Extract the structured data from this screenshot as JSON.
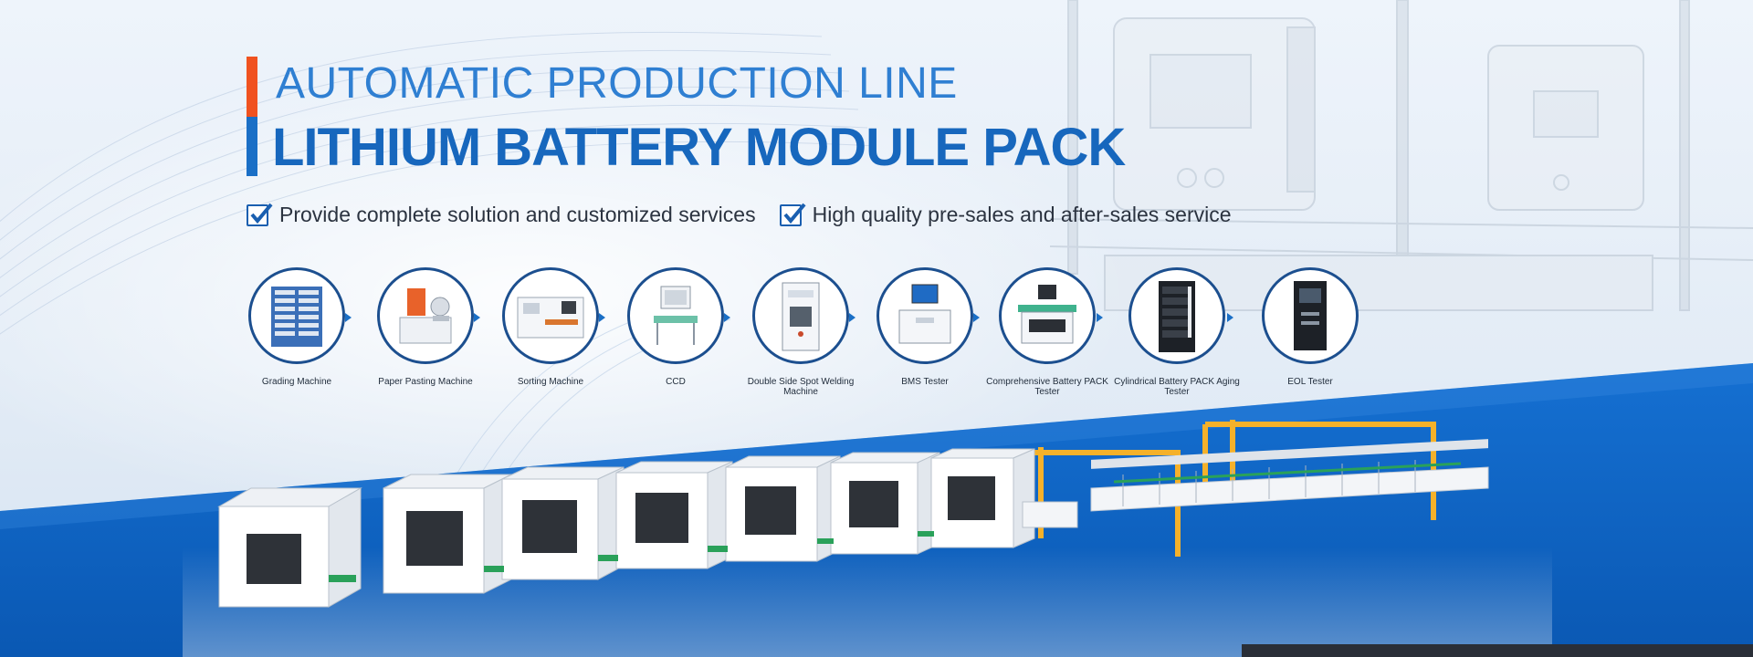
{
  "headline": {
    "line1": "AUTOMATIC PRODUCTION LINE",
    "line2": "LITHIUM BATTERY MODULE PACK"
  },
  "features": [
    {
      "text": "Provide complete solution and customized services",
      "icon": "checkbox-checked-icon"
    },
    {
      "text": "High quality pre-sales and after-sales service",
      "icon": "checkbox-checked-icon"
    }
  ],
  "steps": [
    {
      "label": "Grading Machine",
      "icon": "grading-machine-icon"
    },
    {
      "label": "Paper Pasting Machine",
      "icon": "paper-pasting-machine-icon"
    },
    {
      "label": "Sorting Machine",
      "icon": "sorting-machine-icon"
    },
    {
      "label": "CCD",
      "icon": "ccd-icon"
    },
    {
      "label": "Double Side Spot Welding Machine",
      "icon": "welding-machine-icon"
    },
    {
      "label": "BMS Tester",
      "icon": "bms-tester-icon"
    },
    {
      "label": "Comprehensive Battery PACK Tester",
      "icon": "pack-tester-icon"
    },
    {
      "label": "Cylindrical Battery PACK Aging Tester",
      "icon": "aging-tester-icon"
    },
    {
      "label": "EOL Tester",
      "icon": "eol-tester-icon"
    }
  ],
  "colors": {
    "accent_orange": "#f0521f",
    "accent_blue": "#1a6fc6",
    "band_blue": "#0f62c0",
    "circle_border": "#1c4f8f"
  }
}
